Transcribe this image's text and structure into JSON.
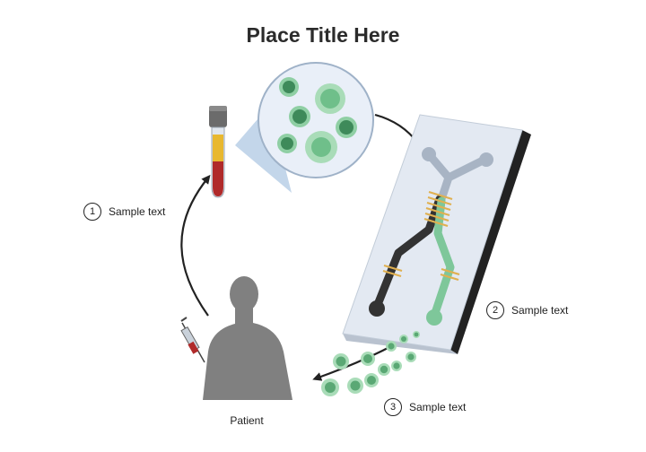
{
  "title": "Place Title Here",
  "steps": [
    {
      "number": "1",
      "label": "Sample text"
    },
    {
      "number": "2",
      "label": "Sample text"
    },
    {
      "number": "3",
      "label": "Sample text"
    }
  ],
  "patient_label": "Patient",
  "colors": {
    "cell_dark": "#3e8a5a",
    "cell_light": "#8fcfa4",
    "chip_surface": "#e3e9f2",
    "channel_gray": "#a8b4c4",
    "channel_black": "#333333",
    "channel_green": "#7ec79a",
    "tube_yellow": "#e8b830",
    "tube_red": "#b02a2a",
    "silhouette": "#808080"
  }
}
